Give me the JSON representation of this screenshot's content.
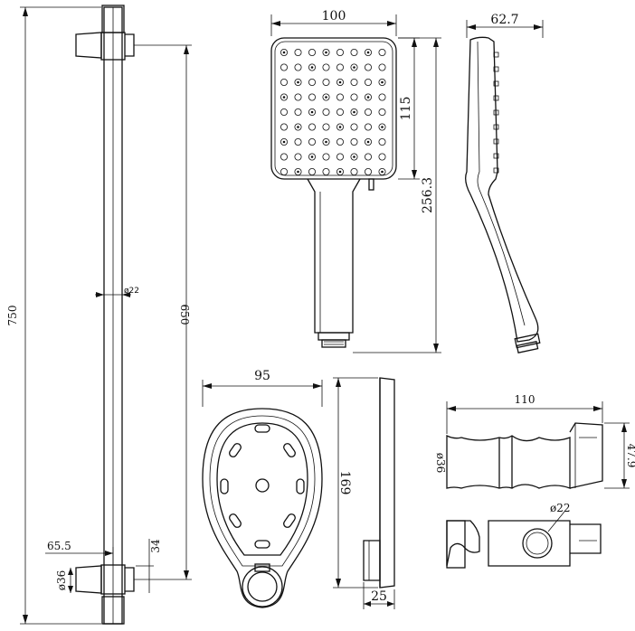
{
  "rail": {
    "overall_length": "750",
    "centers": "650",
    "tube_diameter": "ø22",
    "bottom_offset": "65.5",
    "bracket_height": "34",
    "bracket_diameter": "ø36"
  },
  "handset_front": {
    "head_width": "100",
    "head_height": "115",
    "total_height": "256.3"
  },
  "handset_side": {
    "depth": "62.7"
  },
  "holder_front": {
    "width": "95"
  },
  "holder_side": {
    "height": "169",
    "depth": "25"
  },
  "slider": {
    "width": "110",
    "height": "47.9",
    "diameter": "ø36",
    "hole_diameter": "ø22"
  }
}
